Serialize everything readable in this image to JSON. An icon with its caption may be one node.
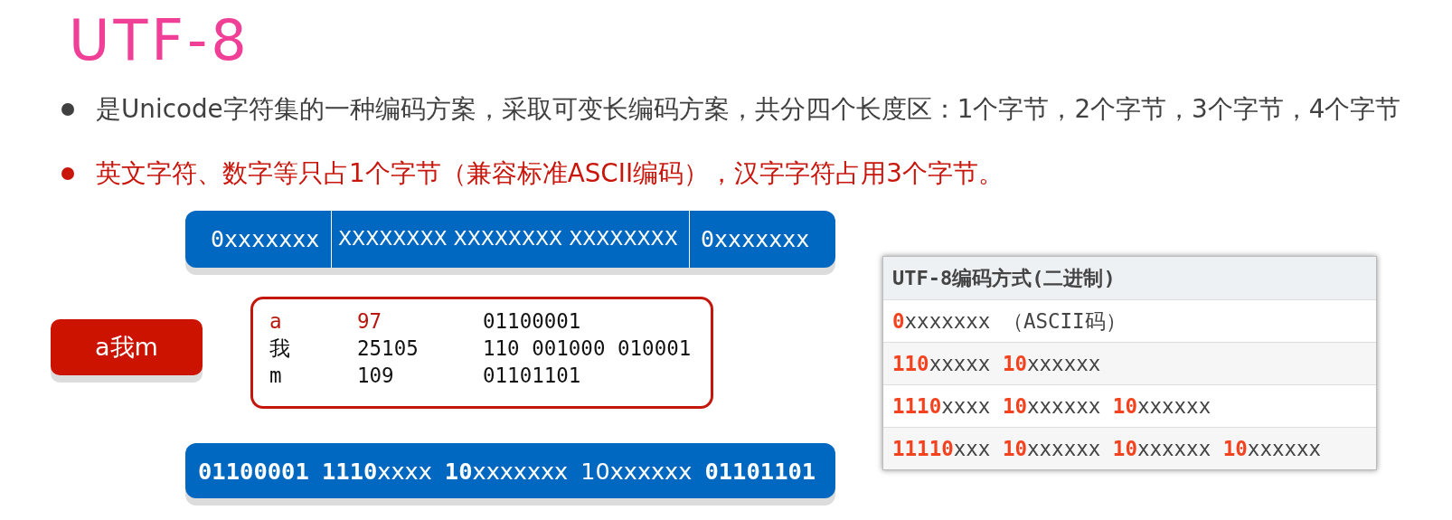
{
  "diagram": {
    "title": "UTF-8",
    "nodes": [
      {
        "text": [
          "0xxxxxxx",
          "XXXXXXXX XXXXXXXX XXXXXXXX",
          "0xxxxxxx"
        ]
      },
      {
        "text": [
          "a我m"
        ]
      },
      {
        "text": [
          "a",
          "97",
          "01100001",
          "我",
          "25105",
          "110 001000 010001",
          "m",
          "109",
          "01101101"
        ]
      },
      {
        "text": [
          "**01100001** **1110**xxxx **10**xxxxxxx 10xxxxxx **01101101**"
        ]
      },
      {
        "text": [
          "UTF-8编码方式(二进制)",
          "**0**xxxxxxx （ASCII码）",
          "**110**xxxxx **10**xxxxxx",
          "**1110**xxxx **10**xxxxxx **10**xxxxxx",
          "**11110**xxx **10**xxxxxx **10**xxxxxx **10**xxxxxx"
        ]
      }
    ],
    "labels": [
      "是Unicode字符集的一种编码方案，采取可变长编码方案，共分四个长度区：1个字节，2个字节，3个字节，4个字节",
      "英文字符、数字等只占1个字节（兼容标准ASCII编码），汉字字符占用3个字节。"
    ]
  }
}
